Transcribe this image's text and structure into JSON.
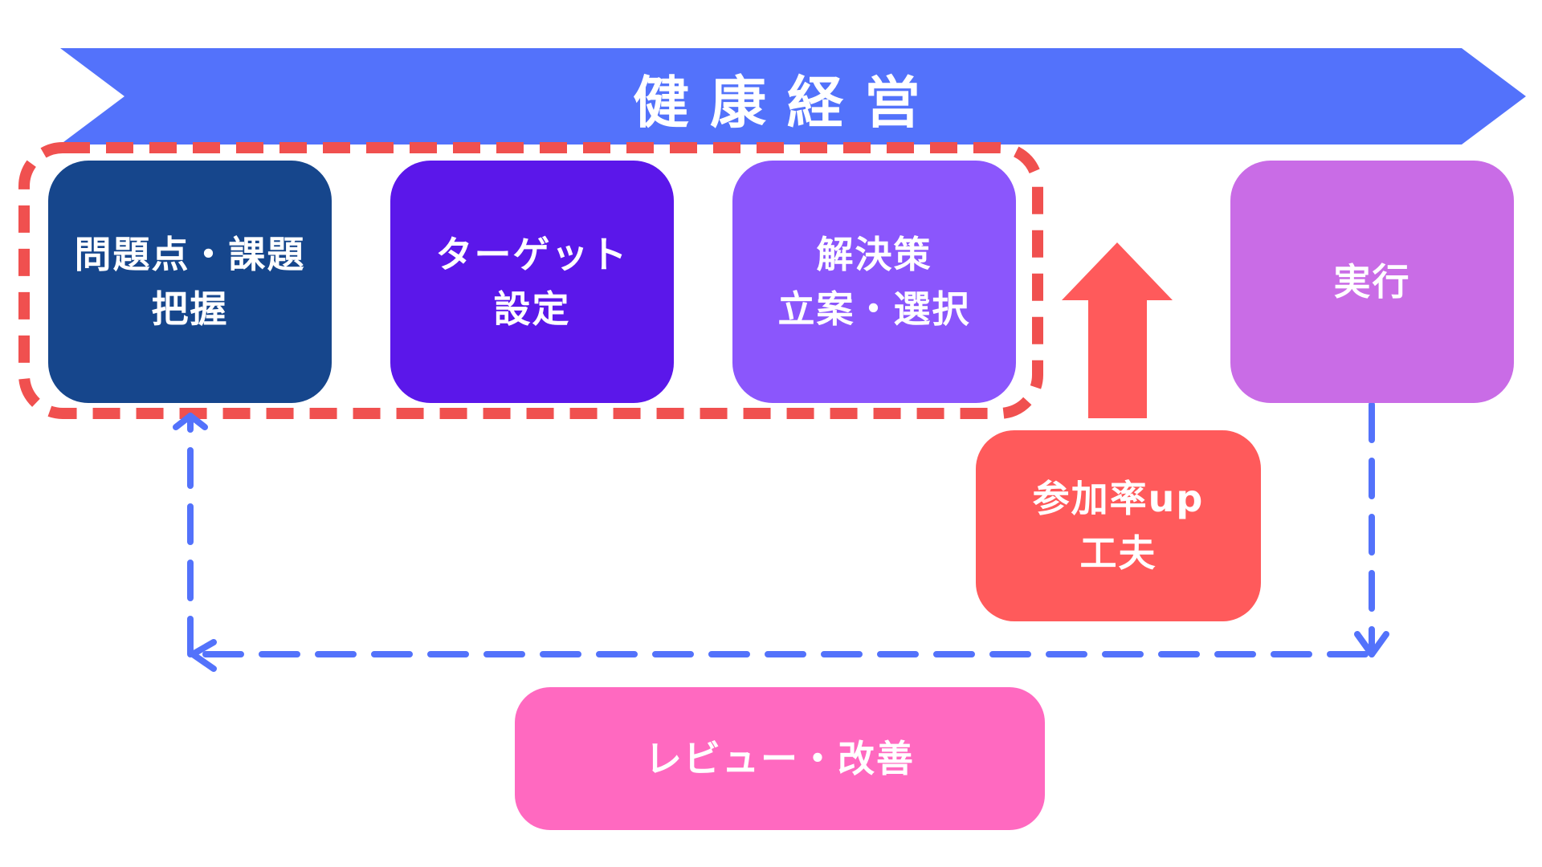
{
  "banner": {
    "title": "健康経営",
    "color": "#5372FB"
  },
  "steps": [
    {
      "id": "problem",
      "lines": [
        "問題点・課題",
        "把握"
      ],
      "color": "#16468C"
    },
    {
      "id": "target",
      "lines": [
        "ターゲット",
        "設定"
      ],
      "color": "#5B17EA"
    },
    {
      "id": "solution",
      "lines": [
        "解決策",
        "立案・選択"
      ],
      "color": "#8B56FC"
    },
    {
      "id": "execute",
      "lines": [
        "実行"
      ],
      "color": "#C96CE6"
    }
  ],
  "participation": {
    "lines": [
      "参加率up",
      "工夫"
    ],
    "color": "#FF5A5B"
  },
  "review": {
    "label": "レビュー・改善",
    "color": "#FF69C0"
  },
  "colors": {
    "highlight_dashed_border": "#F0504F",
    "cycle_dashed_line": "#5372FB",
    "up_arrow": "#FF5A5B"
  },
  "icons": {
    "up_arrow": "arrow-up-icon",
    "cycle_arrow_down": "arrow-down-icon",
    "cycle_arrow_left": "arrow-left-icon",
    "cycle_arrow_up": "arrow-up-icon"
  }
}
